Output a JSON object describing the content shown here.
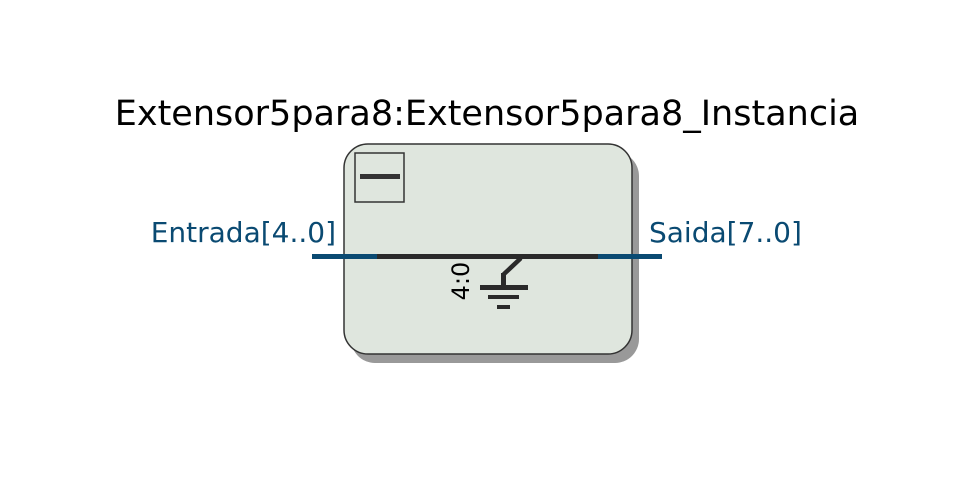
{
  "block": {
    "title": "Extensor5para8:Extensor5para8_Instancia"
  },
  "ports": {
    "input": {
      "label": "Entrada[4..0]"
    },
    "output": {
      "label": "Saida[7..0]"
    }
  },
  "internal": {
    "bit_range_label": "4:0"
  },
  "colors": {
    "block_fill": "#dfe6de",
    "block_border": "#333333",
    "block_shadow": "#999999",
    "port": "#0a4a72",
    "wire": "#2a2a2a",
    "text": "#000000"
  }
}
